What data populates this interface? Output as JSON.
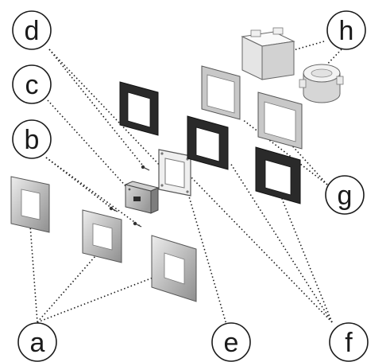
{
  "callouts": {
    "a": "a",
    "b": "b",
    "c": "c",
    "d": "d",
    "e": "e",
    "f": "f",
    "g": "g",
    "h": "h"
  },
  "colors": {
    "outline": "#1a1a1a",
    "leader": "#1a1a1a",
    "metal_light": "#e6e6e6",
    "metal_mid": "#b4b4b4",
    "metal_dark": "#8a8a8a",
    "frame_black": "#2a2a2a",
    "box_white": "#f3f3f3"
  }
}
